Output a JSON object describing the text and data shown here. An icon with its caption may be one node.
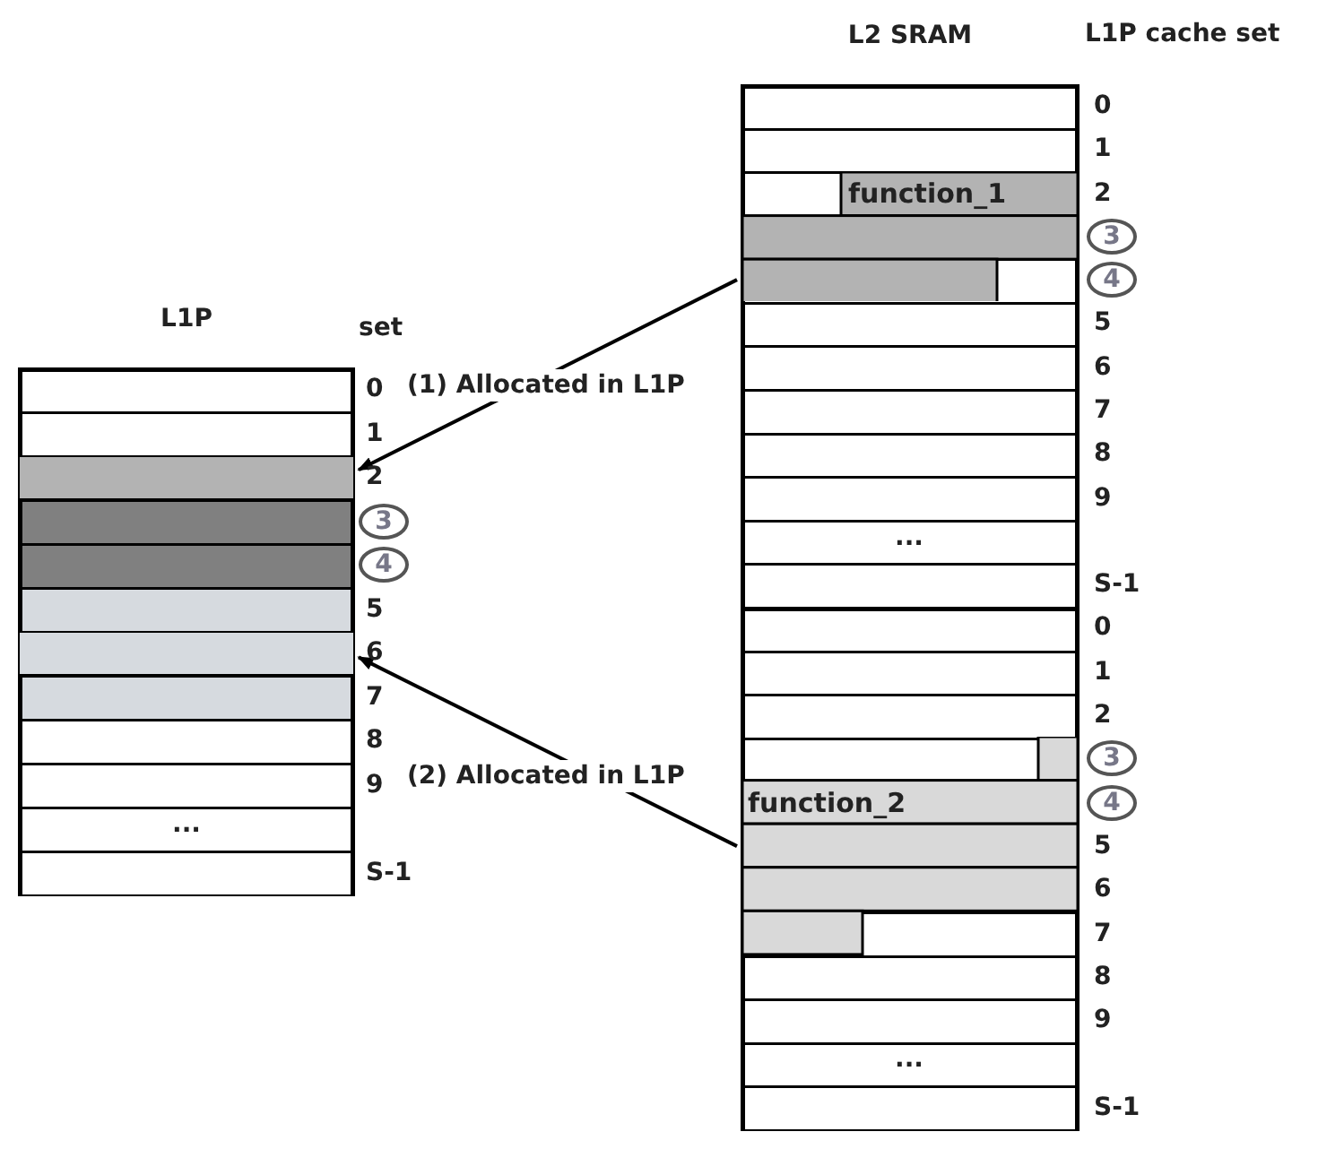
{
  "diagram": {
    "nodes": [
      {
        "text": [
          "L1P"
        ]
      },
      {
        "text": [],
        "shape": "bar",
        "in": 0
      },
      {
        "text": [],
        "shape": "bar",
        "in": 0
      },
      {
        "text": [
          "L2 SRAM"
        ]
      },
      {
        "text": [
          "function_1"
        ],
        "in": 3
      },
      {
        "text": [
          "function_2"
        ],
        "in": 3
      }
    ],
    "edges": [
      {
        "from": 4,
        "to": 1,
        "arrow": "to",
        "label": "(1) Allocated in L1P"
      },
      {
        "from": 5,
        "to": 2,
        "arrow": "to",
        "label": "(2) Allocated in L1P"
      }
    ],
    "labels": [
      "set",
      "0",
      "1",
      "2",
      "3",
      "4",
      "5",
      "6",
      "7",
      "8",
      "9",
      "S-1",
      "...",
      "L1P cache set",
      "0",
      "1",
      "2",
      "3",
      "4",
      "5",
      "6",
      "7",
      "8",
      "9",
      "S-1",
      "...",
      "0",
      "1",
      "2",
      "3",
      "4",
      "5",
      "6",
      "7",
      "8",
      "9",
      "S-1",
      "..."
    ]
  }
}
